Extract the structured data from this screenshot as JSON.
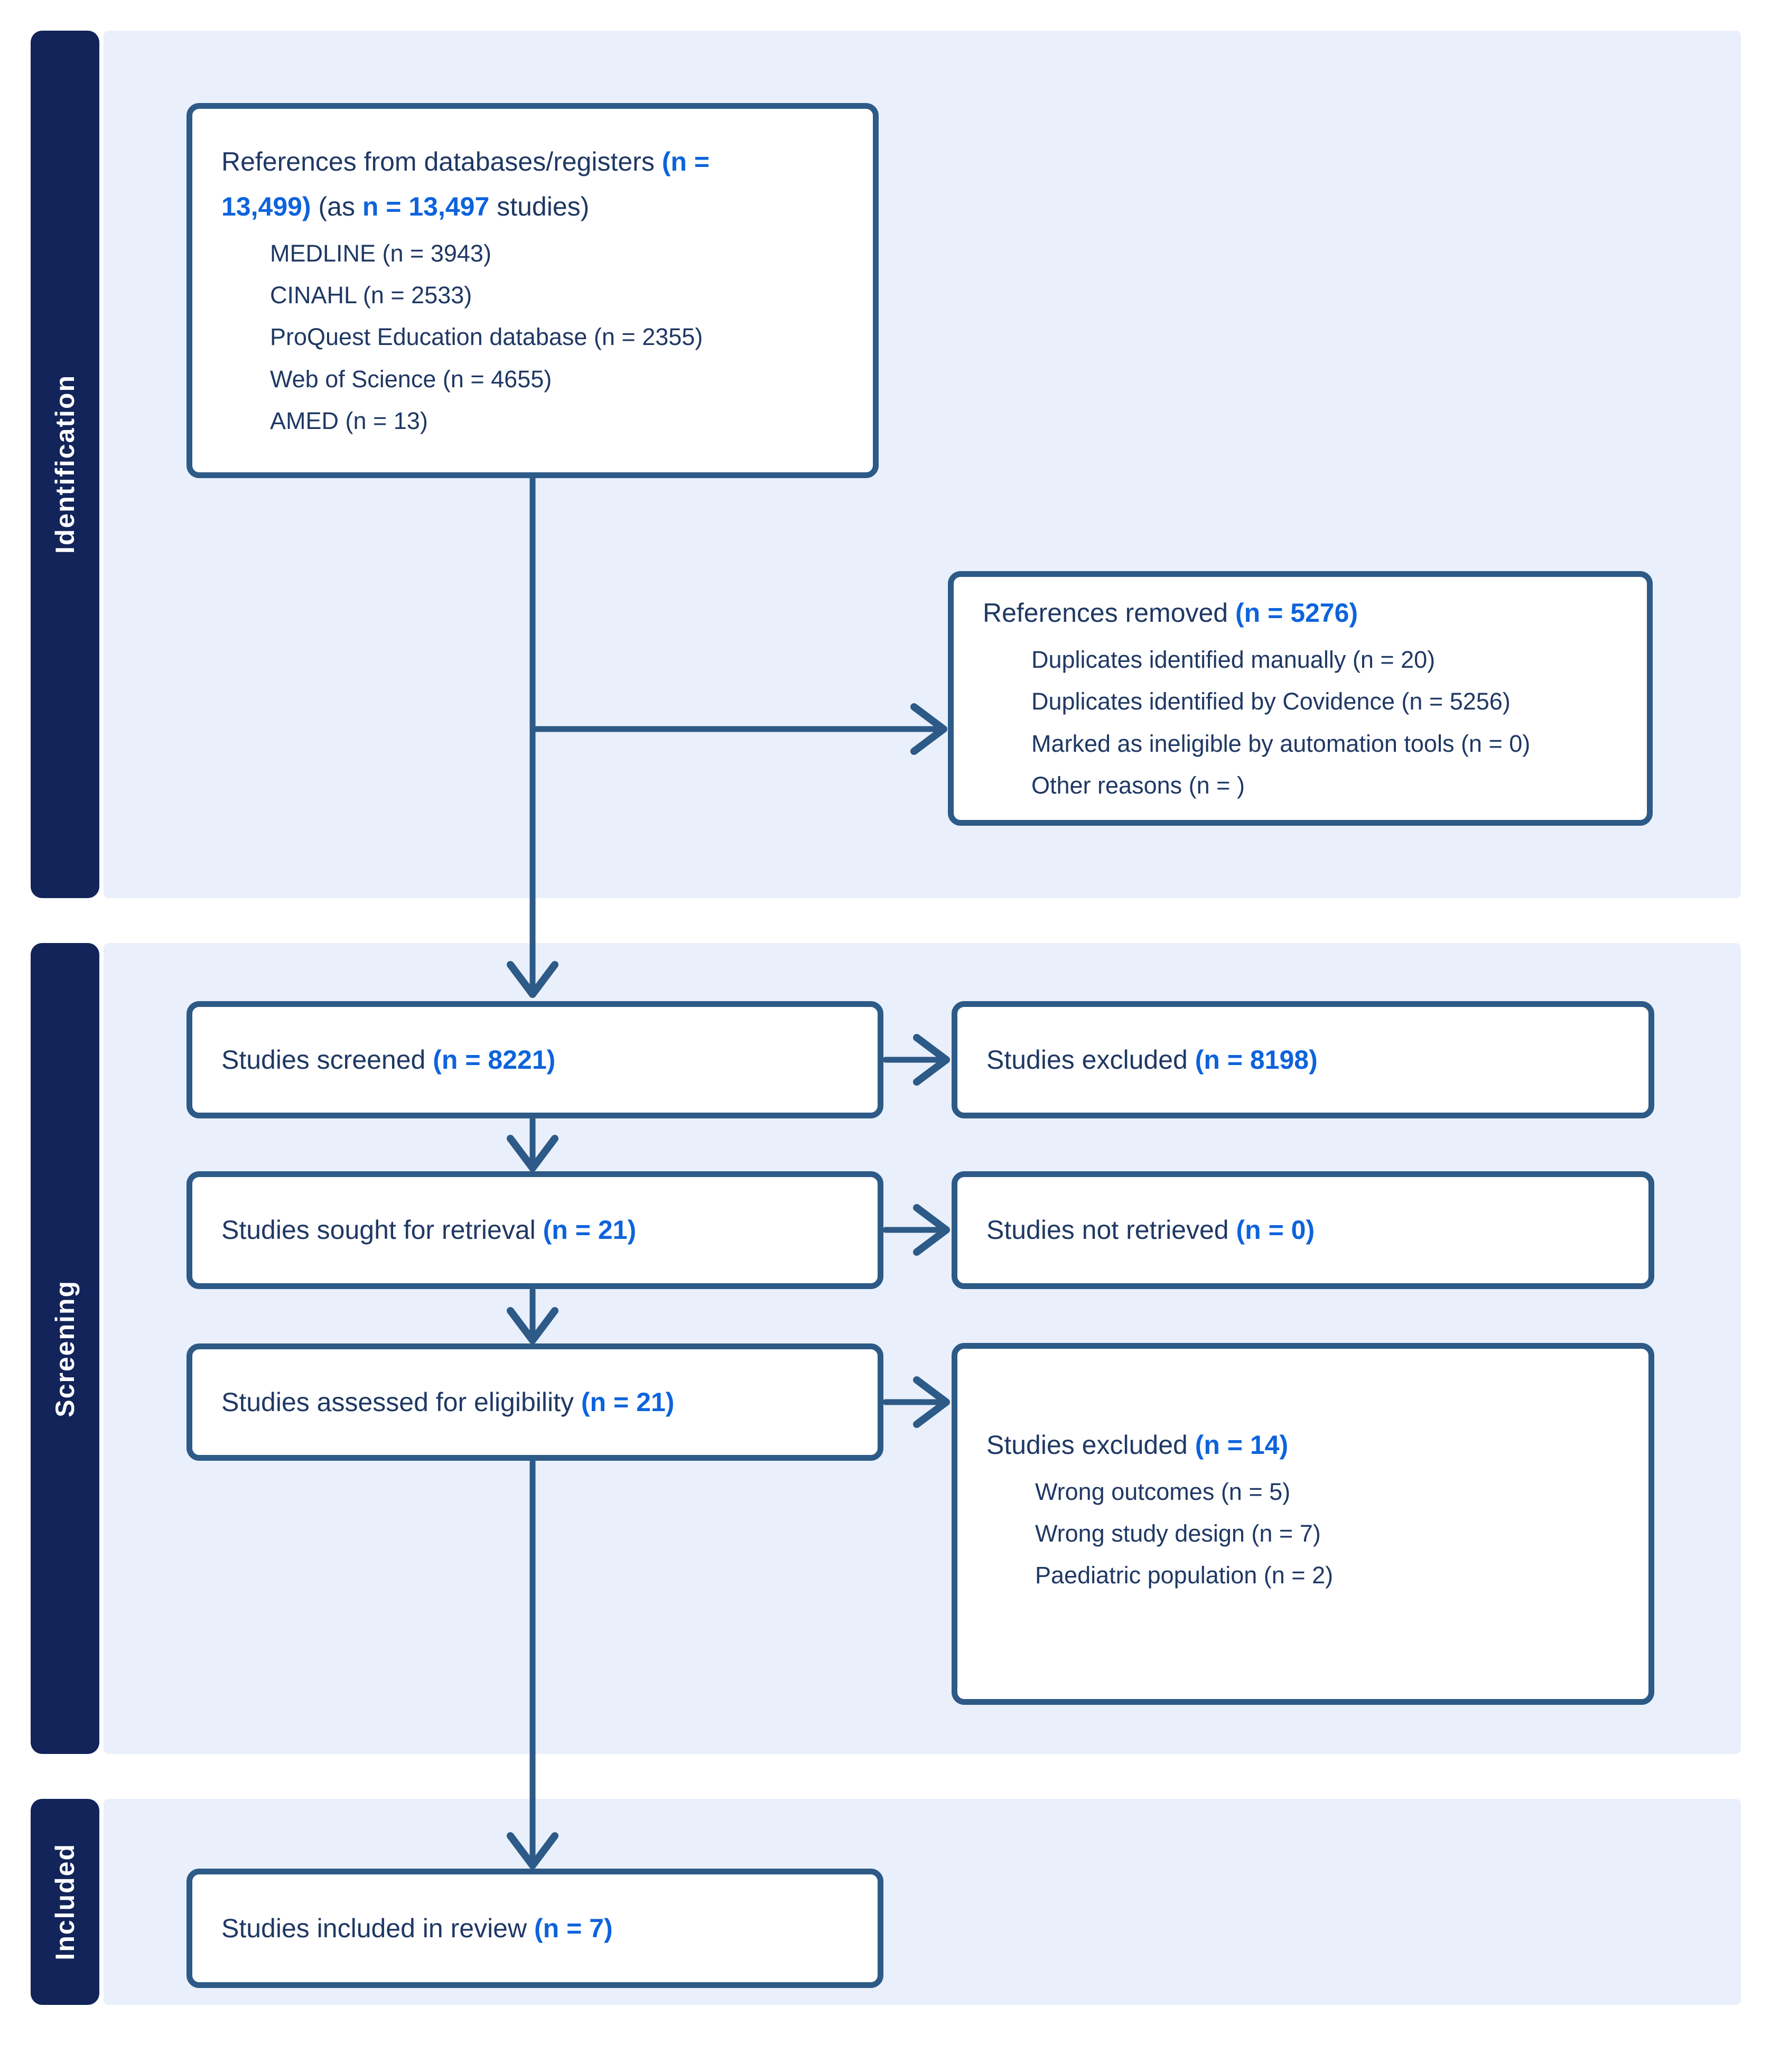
{
  "palette": {
    "band_background": "#e9f0fb",
    "stage_bar_background": "#122459",
    "box_border": "#2d5a87",
    "arrow": "#2d5a87",
    "text_dark": "#1f3864",
    "text_blue": "#0d63dc",
    "stage_label_text": "#ffffff"
  },
  "stages": {
    "identification": "Identification",
    "screening": "Screening",
    "included": "Included"
  },
  "boxes": {
    "references_identified": {
      "segments": [
        {
          "text": "References from databases/registers ",
          "style": "dark"
        },
        {
          "text": "(n =",
          "style": "blue"
        },
        {
          "style": "br"
        },
        {
          "text": "13,499)",
          "style": "blue"
        },
        {
          "text": " (as ",
          "style": "dark"
        },
        {
          "text": "n = 13,497",
          "style": "blue"
        },
        {
          "text": " studies)",
          "style": "dark"
        }
      ],
      "items": [
        "MEDLINE (n = 3943)",
        "CINAHL (n = 2533)",
        "ProQuest Education database (n = 2355)",
        "Web of Science (n = 4655)",
        "AMED (n = 13)"
      ]
    },
    "references_removed": {
      "segments": [
        {
          "text": "References removed ",
          "style": "dark"
        },
        {
          "text": "(n = 5276)",
          "style": "blue"
        }
      ],
      "items": [
        "Duplicates identified manually (n = 20)",
        "Duplicates identified by Covidence (n = 5256)",
        "Marked as ineligible by automation tools (n = 0)",
        "Other reasons (n = )"
      ]
    },
    "studies_screened": {
      "segments": [
        {
          "text": "Studies screened ",
          "style": "dark"
        },
        {
          "text": "(n = 8221)",
          "style": "blue"
        }
      ]
    },
    "studies_excluded_screening": {
      "segments": [
        {
          "text": "Studies excluded ",
          "style": "dark"
        },
        {
          "text": "(n = 8198)",
          "style": "blue"
        }
      ]
    },
    "studies_sought": {
      "segments": [
        {
          "text": "Studies sought for retrieval ",
          "style": "dark"
        },
        {
          "text": "(n = 21)",
          "style": "blue"
        }
      ]
    },
    "studies_not_retrieved": {
      "segments": [
        {
          "text": "Studies not retrieved ",
          "style": "dark"
        },
        {
          "text": "(n = 0)",
          "style": "blue"
        }
      ]
    },
    "studies_assessed": {
      "segments": [
        {
          "text": "Studies assessed for eligibility ",
          "style": "dark"
        },
        {
          "text": "(n = 21)",
          "style": "blue"
        }
      ]
    },
    "studies_excluded_eligibility": {
      "segments": [
        {
          "text": "Studies excluded ",
          "style": "dark"
        },
        {
          "text": "(n = 14)",
          "style": "blue"
        }
      ],
      "items": [
        "Wrong outcomes (n = 5)",
        "Wrong study design (n = 7)",
        "Paediatric population (n = 2)"
      ]
    },
    "studies_included": {
      "segments": [
        {
          "text": "Studies included in review ",
          "style": "dark"
        },
        {
          "text": "(n = 7)",
          "style": "blue"
        }
      ]
    }
  }
}
